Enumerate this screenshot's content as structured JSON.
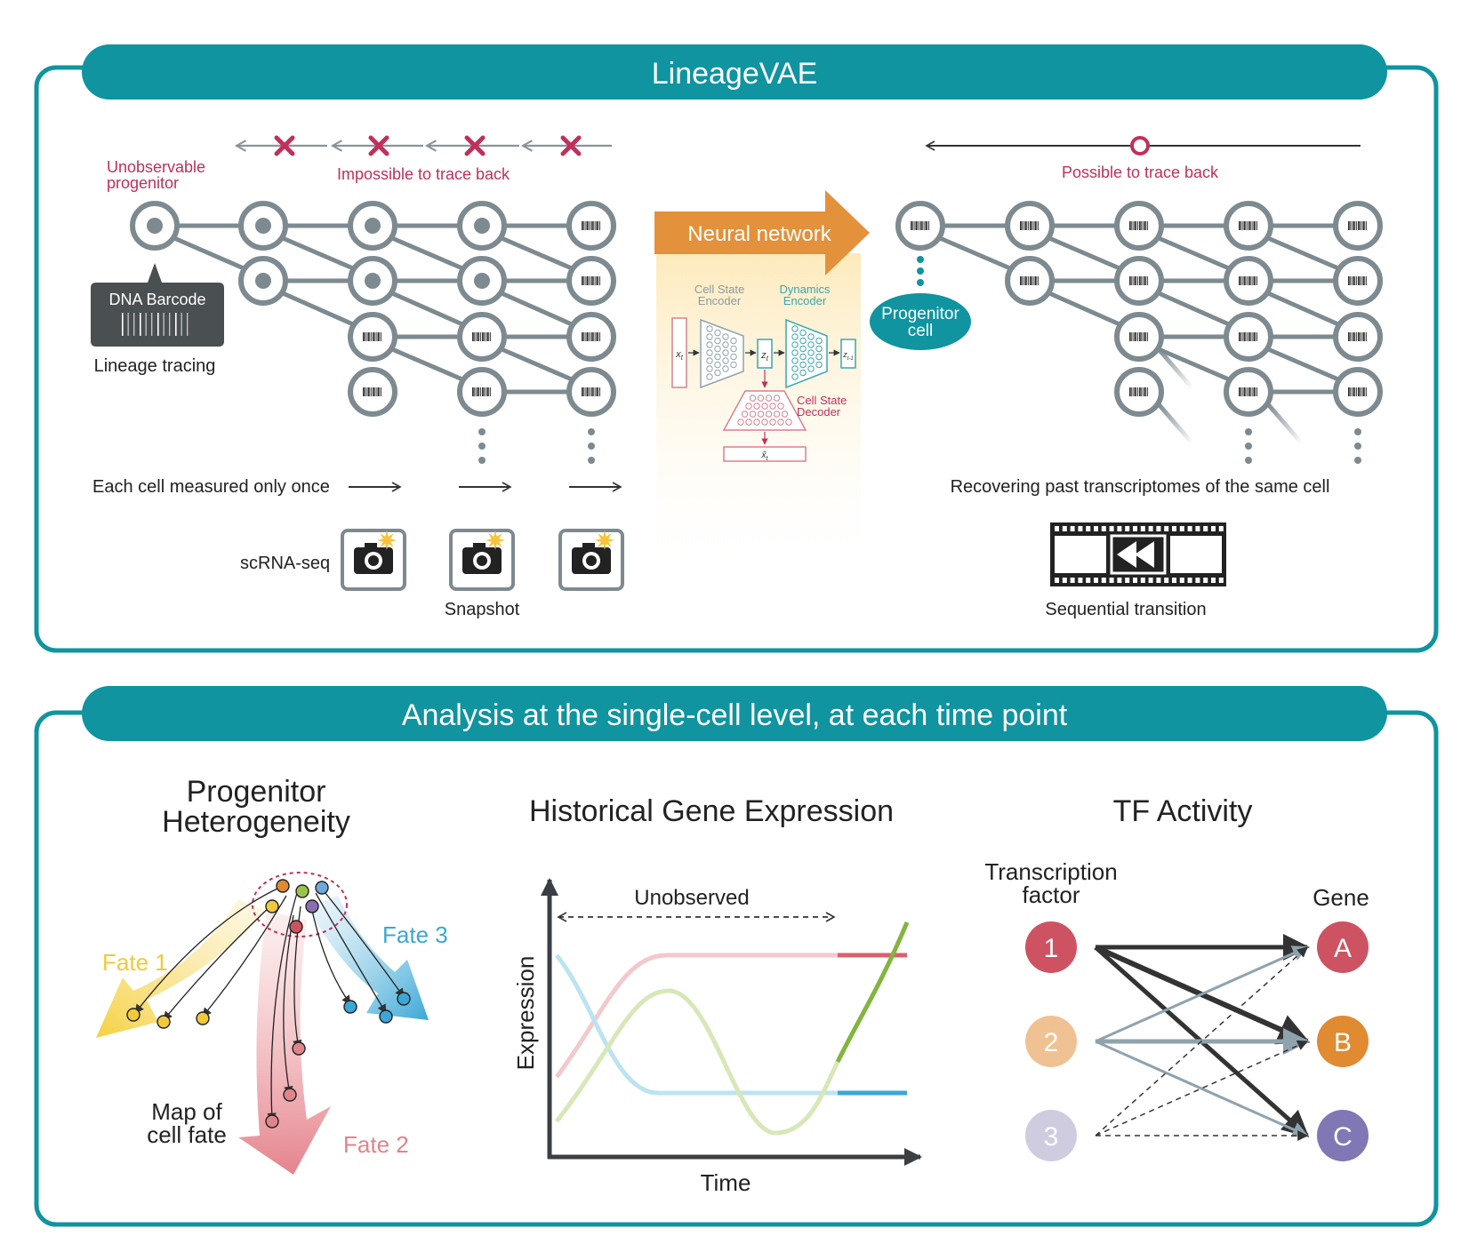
{
  "colors": {
    "teal": "#0f94a0",
    "crimson": "#c0305a",
    "orange": "#e3913a",
    "cell_gray": "#7d8a90",
    "fate1": "#f2c93a",
    "fate2": "#e0848c",
    "fate3": "#3aa7d6",
    "tf1": "#cd5363",
    "tf2": "#f0c293",
    "tf3": "#d0cce0",
    "geneA": "#cd5363",
    "geneB": "#e08a32",
    "geneC": "#7f78b4"
  },
  "top_panel": {
    "title": "LineageVAE",
    "left": {
      "unobservable": "Unobservable\nprogenitor",
      "impossible": "Impossible to trace back",
      "barcode_label": "DNA Barcode",
      "lineage_tracing": "Lineage tracing",
      "measured_once": "Each cell measured only once",
      "scrna": "scRNA-seq",
      "snapshot": "Snapshot"
    },
    "middle": {
      "neural_network": "Neural network",
      "cell_state_encoder": "Cell State\nEncoder",
      "dynamics_encoder": "Dynamics\nEncoder",
      "cell_state_decoder": "Cell State\nDecoder",
      "x_t": "x",
      "x_t_sub": "t",
      "z_t": "z",
      "z_t_sub": "t",
      "z_t1": "z",
      "z_t1_sub": "t-1",
      "x_hat": "x̂",
      "x_hat_sub": "t"
    },
    "right": {
      "possible": "Possible to trace back",
      "progenitor_cell": "Progenitor\ncell",
      "recovering": "Recovering past transcriptomes of the same cell",
      "sequential": "Sequential transition"
    }
  },
  "bottom_panel": {
    "title": "Analysis at the single-cell level, at each time point",
    "heterogeneity": {
      "title": "Progenitor\nHeterogeneity",
      "fate1": "Fate 1",
      "fate2": "Fate 2",
      "fate3": "Fate 3",
      "map": "Map of\ncell fate"
    },
    "historical": {
      "title": "Historical Gene Expression",
      "unobserved": "Unobserved",
      "ylabel": "Expression",
      "xlabel": "Time"
    },
    "tf": {
      "title": "TF Activity",
      "tf_label": "Transcription\nfactor",
      "gene_label": "Gene",
      "tfs": [
        "1",
        "2",
        "3"
      ],
      "genes": [
        "A",
        "B",
        "C"
      ]
    }
  }
}
